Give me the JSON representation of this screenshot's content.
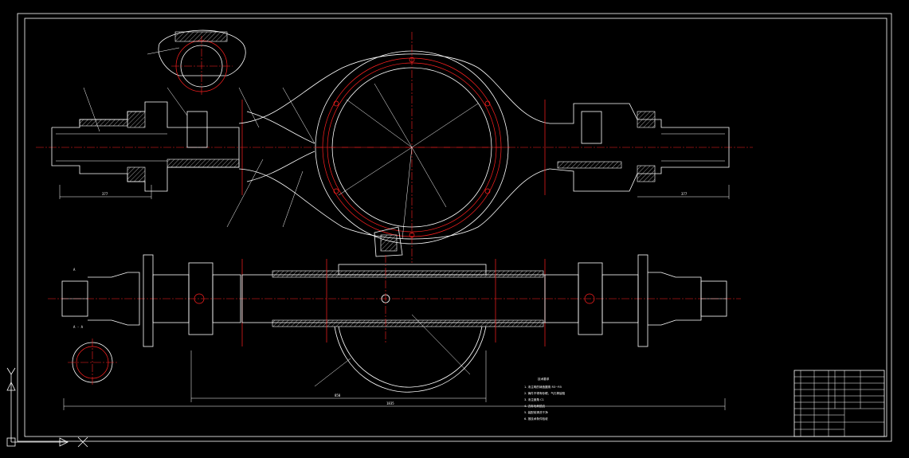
{
  "drawing": {
    "view_label_a": "A",
    "section_label": "A - A",
    "ucs_x": "X",
    "ucs_y": "Y"
  },
  "notes": {
    "title": "技术要求",
    "items": [
      "1. 未注明的铸造圆角 R3~R5",
      "2. 铸件不得有砂眼、气孔等缺陷",
      "3. 未注倒角 C1",
      "4. 去除毛刺锐边",
      "5. 装配前清洗干净",
      "6. 按技术条件验收"
    ]
  },
  "dims": {
    "left_length": "377",
    "right_length": "377",
    "total_length": "1835",
    "mid_length": "850"
  },
  "colors": {
    "outline": "#ffffff",
    "centerline": "#ff2020",
    "background": "#000000"
  }
}
